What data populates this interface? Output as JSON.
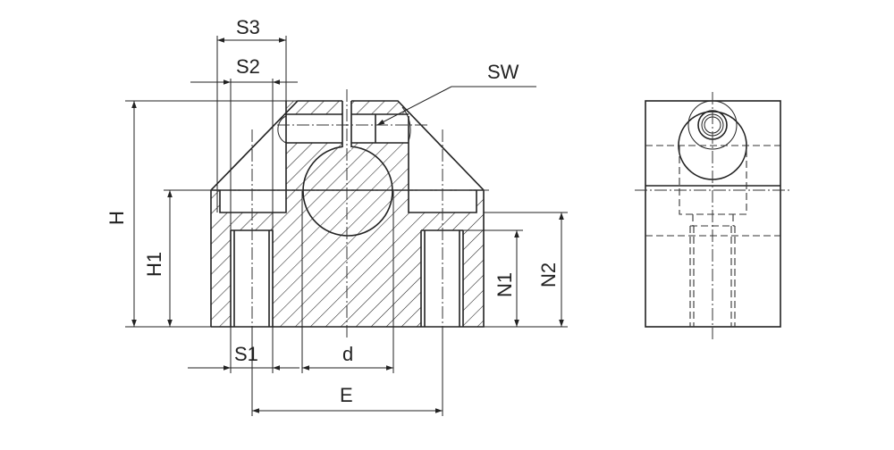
{
  "drawing": {
    "labels": {
      "S3": "S3",
      "S2": "S2",
      "SW": "SW",
      "H": "H",
      "H1": "H1",
      "N1": "N1",
      "N2": "N2",
      "S1": "S1",
      "d": "d",
      "E": "E"
    },
    "colors": {
      "line": "#222222",
      "background": "#ffffff"
    }
  }
}
